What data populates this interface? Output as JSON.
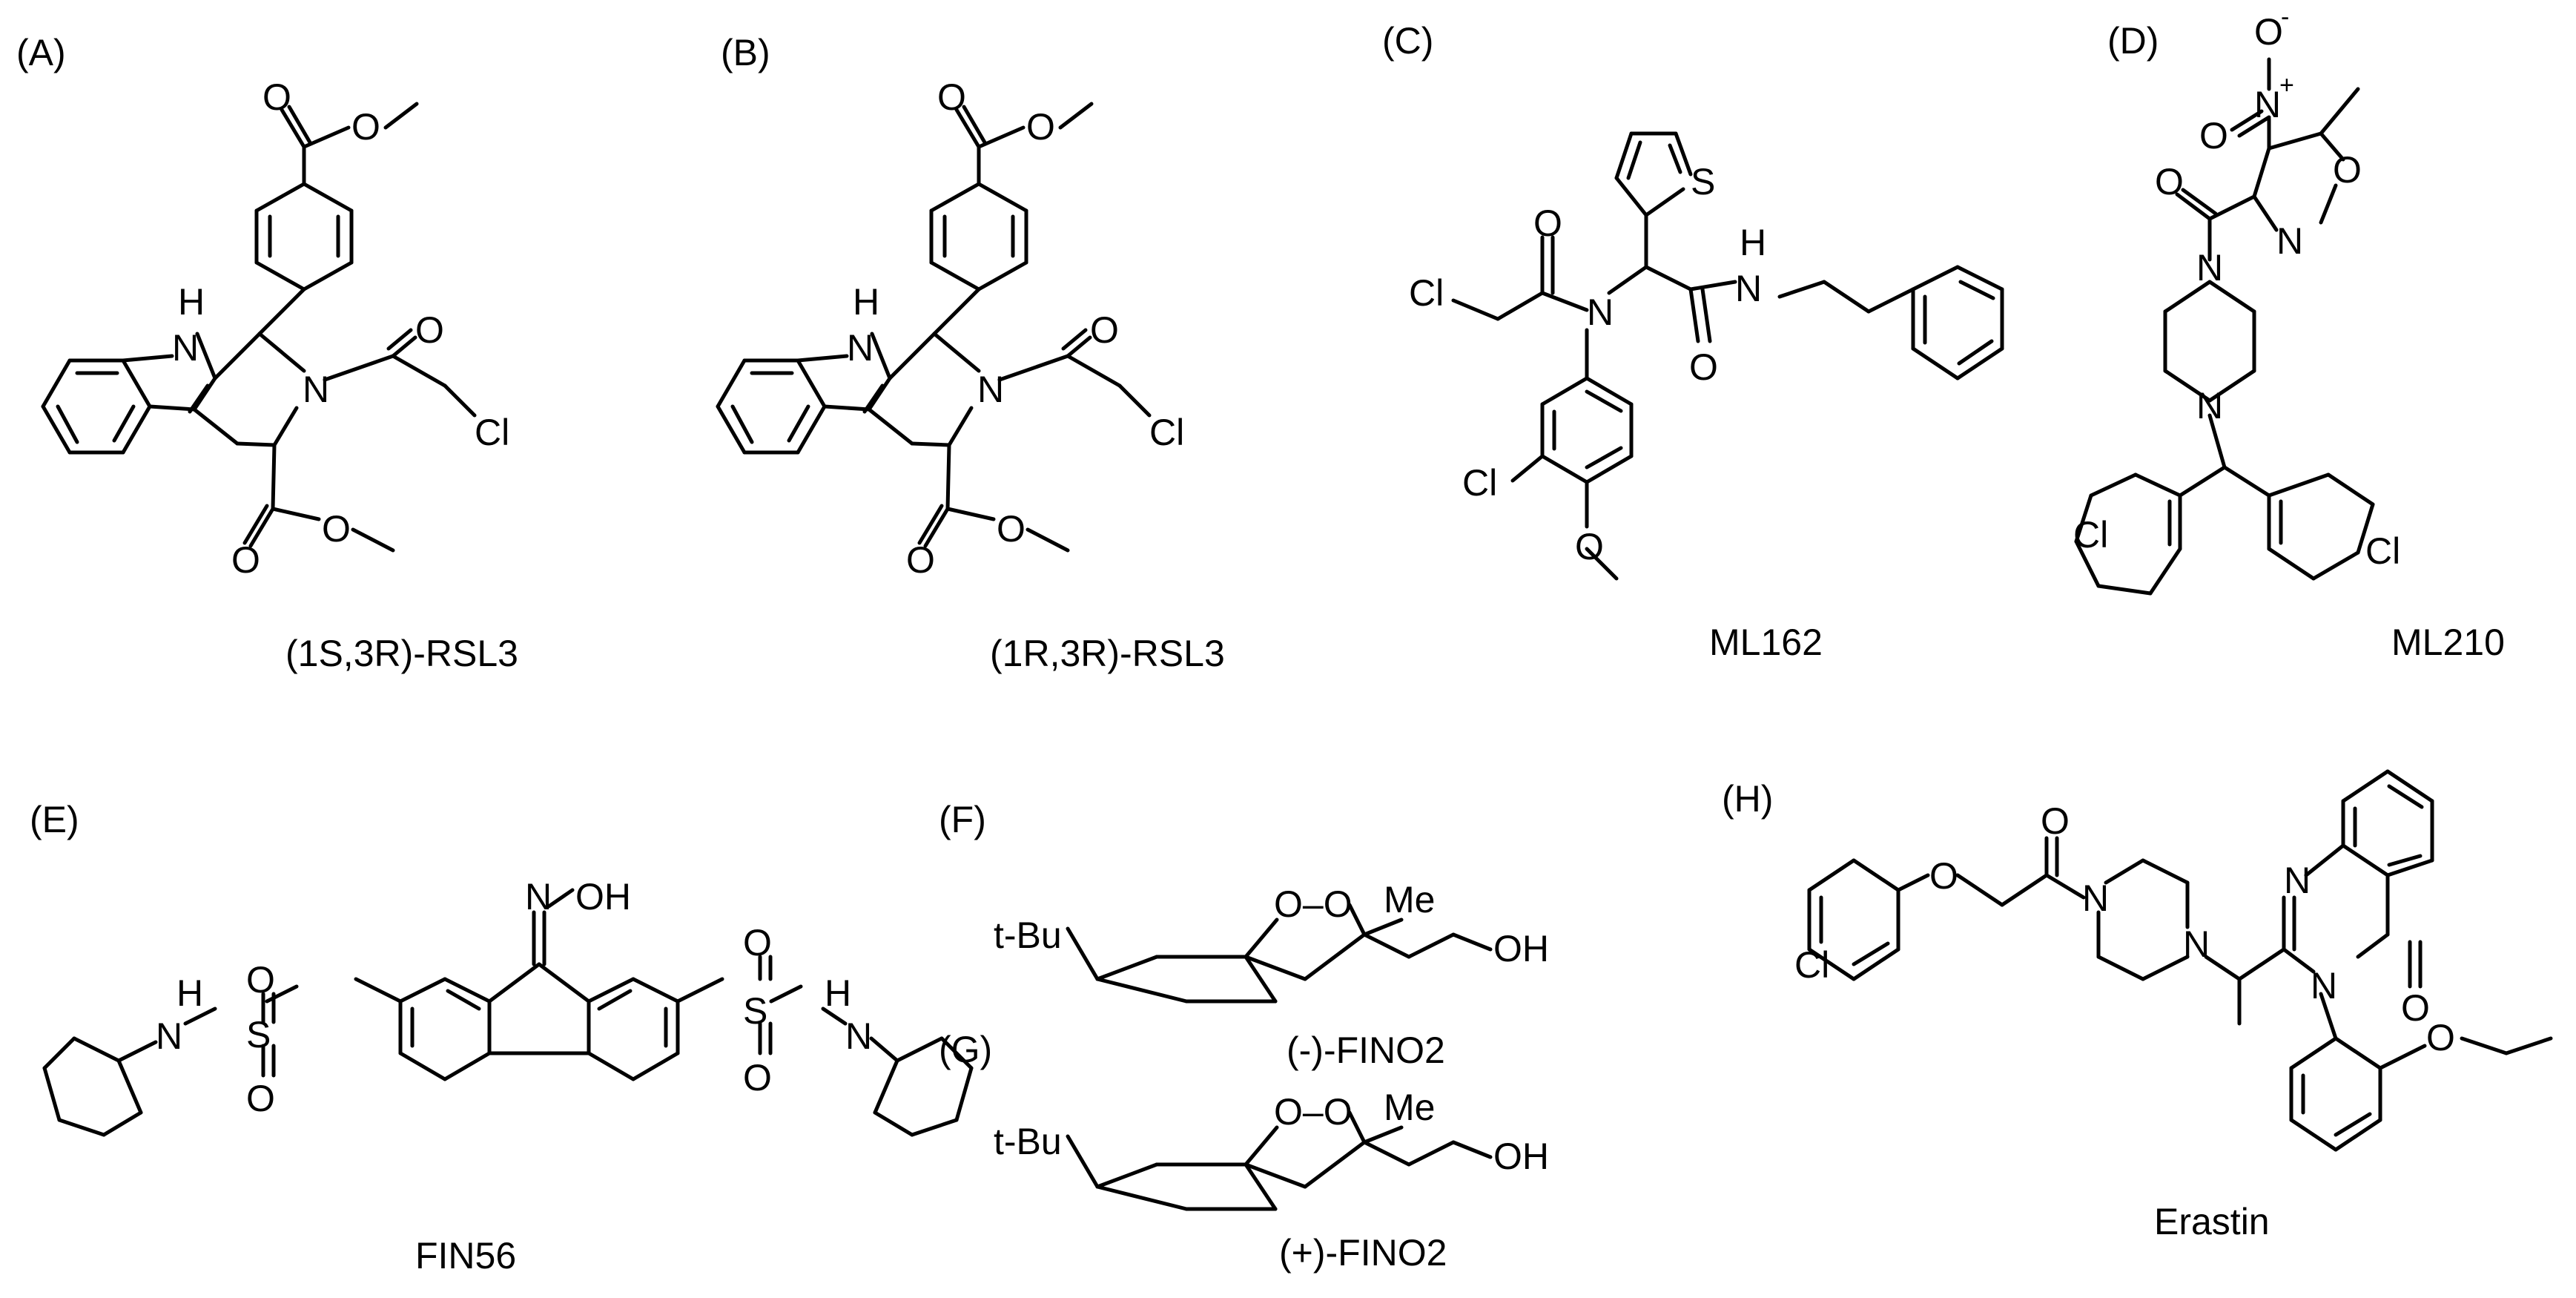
{
  "panels": {
    "A": {
      "label": "(A)",
      "name": "(1S,3R)-RSL3"
    },
    "B": {
      "label": "(B)",
      "name": "(1R,3R)-RSL3"
    },
    "C": {
      "label": "(C)",
      "name": "ML162"
    },
    "D": {
      "label": "(D)",
      "name": "ML210"
    },
    "E": {
      "label": "(E)",
      "name": "FIN56"
    },
    "F": {
      "label": "(F)",
      "name": "(-)-FINO2"
    },
    "G": {
      "label": "(G)",
      "name": "(+)-FINO2"
    },
    "H": {
      "label": "(H)",
      "name": "Erastin"
    }
  },
  "atoms": {
    "O": "O",
    "N": "N",
    "H": "H",
    "NH": "NH",
    "Cl": "Cl",
    "S": "S",
    "OH": "OH",
    "Me": "Me",
    "tBu": "t-Bu",
    "OO": "O–O",
    "NO": "N",
    "ON": "O",
    "plus": "+",
    "minus": "-"
  }
}
